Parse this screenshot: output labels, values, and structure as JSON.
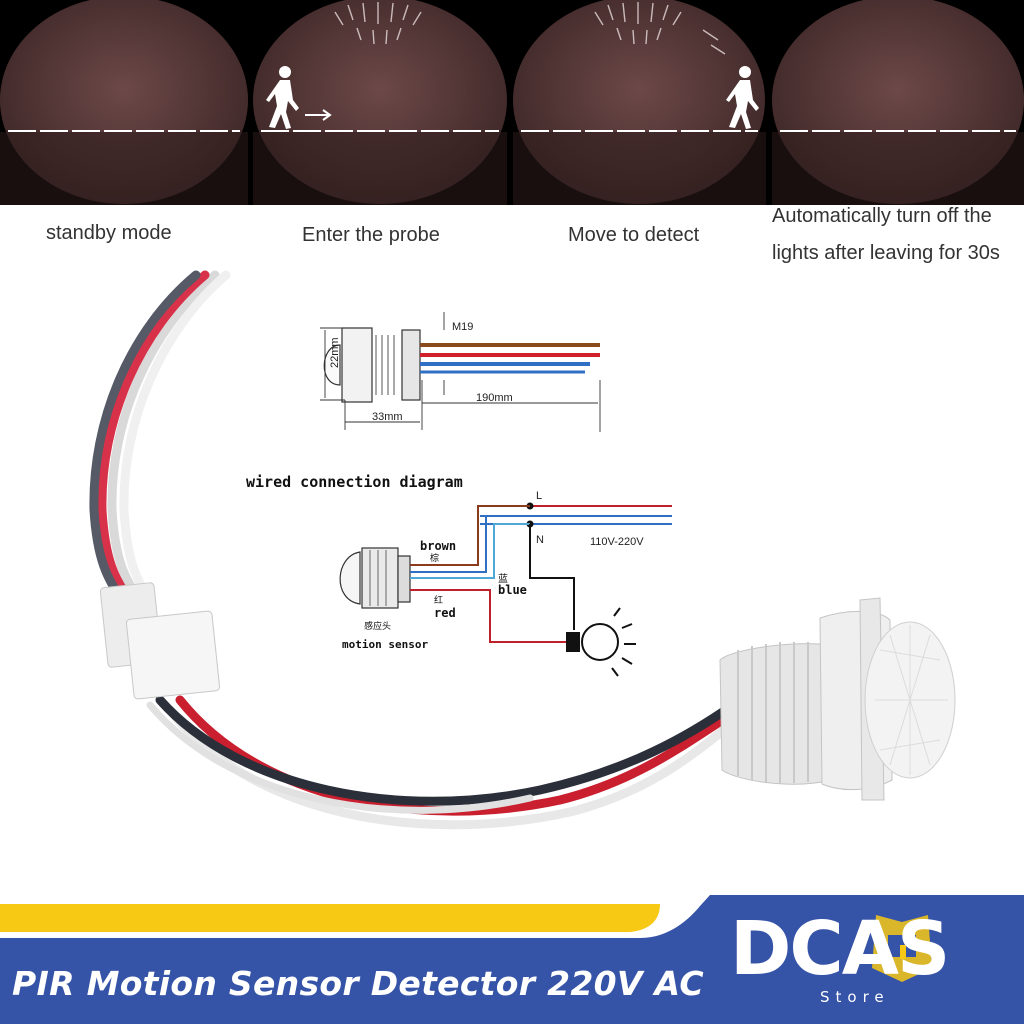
{
  "steps": [
    {
      "caption": "standby mode"
    },
    {
      "caption": "Enter the probe"
    },
    {
      "caption": "Move to detect"
    },
    {
      "caption_line1": "Automatically turn off the",
      "caption_line2": "lights after leaving for 30s"
    }
  ],
  "dimensions": {
    "height": "22mm",
    "thread": "M19",
    "body_length": "33mm",
    "wire_length": "190mm"
  },
  "wiring": {
    "title": "wired connection diagram",
    "line_L": "L",
    "line_N": "N",
    "voltage": "110V-220V",
    "brown_label": "brown",
    "brown_cn": "棕",
    "blue_cn": "蓝",
    "blue_label": "blue",
    "red_cn": "红",
    "red_label": "red",
    "sensor_cn": "感应头",
    "sensor_label": "motion sensor"
  },
  "banner": {
    "title": "PIR Motion Sensor Detector 220V AC",
    "logo": "DCAS",
    "logo_sub": "Store"
  },
  "colors": {
    "banner_blue": "#3553a7",
    "banner_yellow": "#f7c814",
    "panel_fill": "#5a3a3a",
    "wire_brown": "#8b4a1c",
    "wire_red": "#d0202a",
    "wire_blue": "#2f6fc4"
  }
}
